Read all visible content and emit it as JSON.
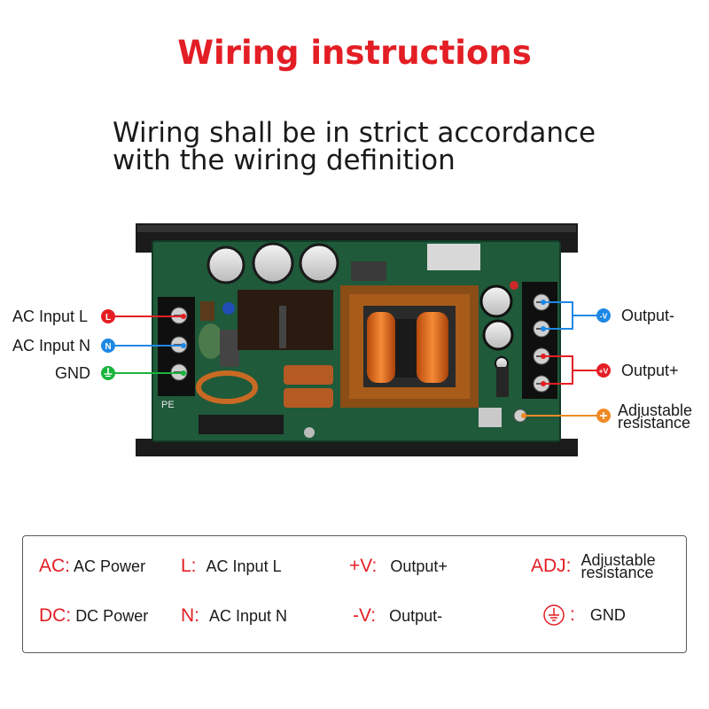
{
  "title": "Wiring instructions",
  "subtitle": {
    "line1": "Wiring shall be in strict accordance",
    "line2": "with the wiring definition"
  },
  "board_labels": {
    "ac_input_l": "AC Input L",
    "ac_input_n": "AC Input N",
    "gnd": "GND",
    "badge_l": "L",
    "badge_n": "N",
    "output_minus": "Output-",
    "output_plus": "Output+",
    "badge_minus": "-V",
    "badge_plus": "+V",
    "adjustable_line1": "Adjustable",
    "adjustable_line2": "resistance",
    "pe": "PE"
  },
  "legend": {
    "ac_key": "AC:",
    "ac_val": "AC Power",
    "l_key": "L:",
    "l_val": "AC Input L",
    "pv_key": "+V:",
    "pv_val": "Output+",
    "adj_key": "ADJ:",
    "adj_val1": "Adjustable",
    "adj_val2": "resistance",
    "dc_key": "DC:",
    "dc_val": "DC Power",
    "n_key": "N:",
    "n_val": "AC Input N",
    "mv_key": "-V:",
    "mv_val": "Output-",
    "gnd_key": ":",
    "gnd_val": "GND"
  },
  "colors": {
    "title_red": "#e31e24",
    "wire_red": "#e31e24",
    "wire_blue": "#1e88e5",
    "wire_green": "#19b43c",
    "wire_orange": "#f08a24",
    "heatsink": "#1b1b1b",
    "pcb": "#1f5a3a"
  },
  "icons": [
    "live-badge-icon",
    "neutral-badge-icon",
    "ground-badge-icon",
    "minus-v-badge-icon",
    "plus-v-badge-icon",
    "adjust-badge-icon",
    "ground-symbol-icon"
  ]
}
